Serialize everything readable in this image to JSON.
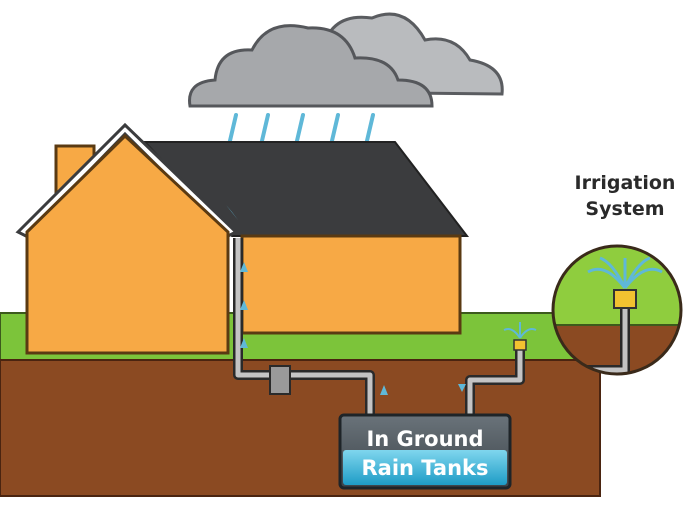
{
  "labels": {
    "irrigation_line1": "Irrigation",
    "irrigation_line2": "System",
    "tank_line1": "In Ground",
    "tank_line2": "Rain Tanks"
  },
  "colors": {
    "wall": "#f7a945",
    "roof": "#3b3c3e",
    "grass": "#7cc43a",
    "soil": "#8b4a22",
    "cloud": "#a9abae",
    "rain": "#5fb8d8",
    "tank_top": "#4a5258",
    "tank_water": "#3fb6d6",
    "pipe": "#b8b8b8"
  }
}
